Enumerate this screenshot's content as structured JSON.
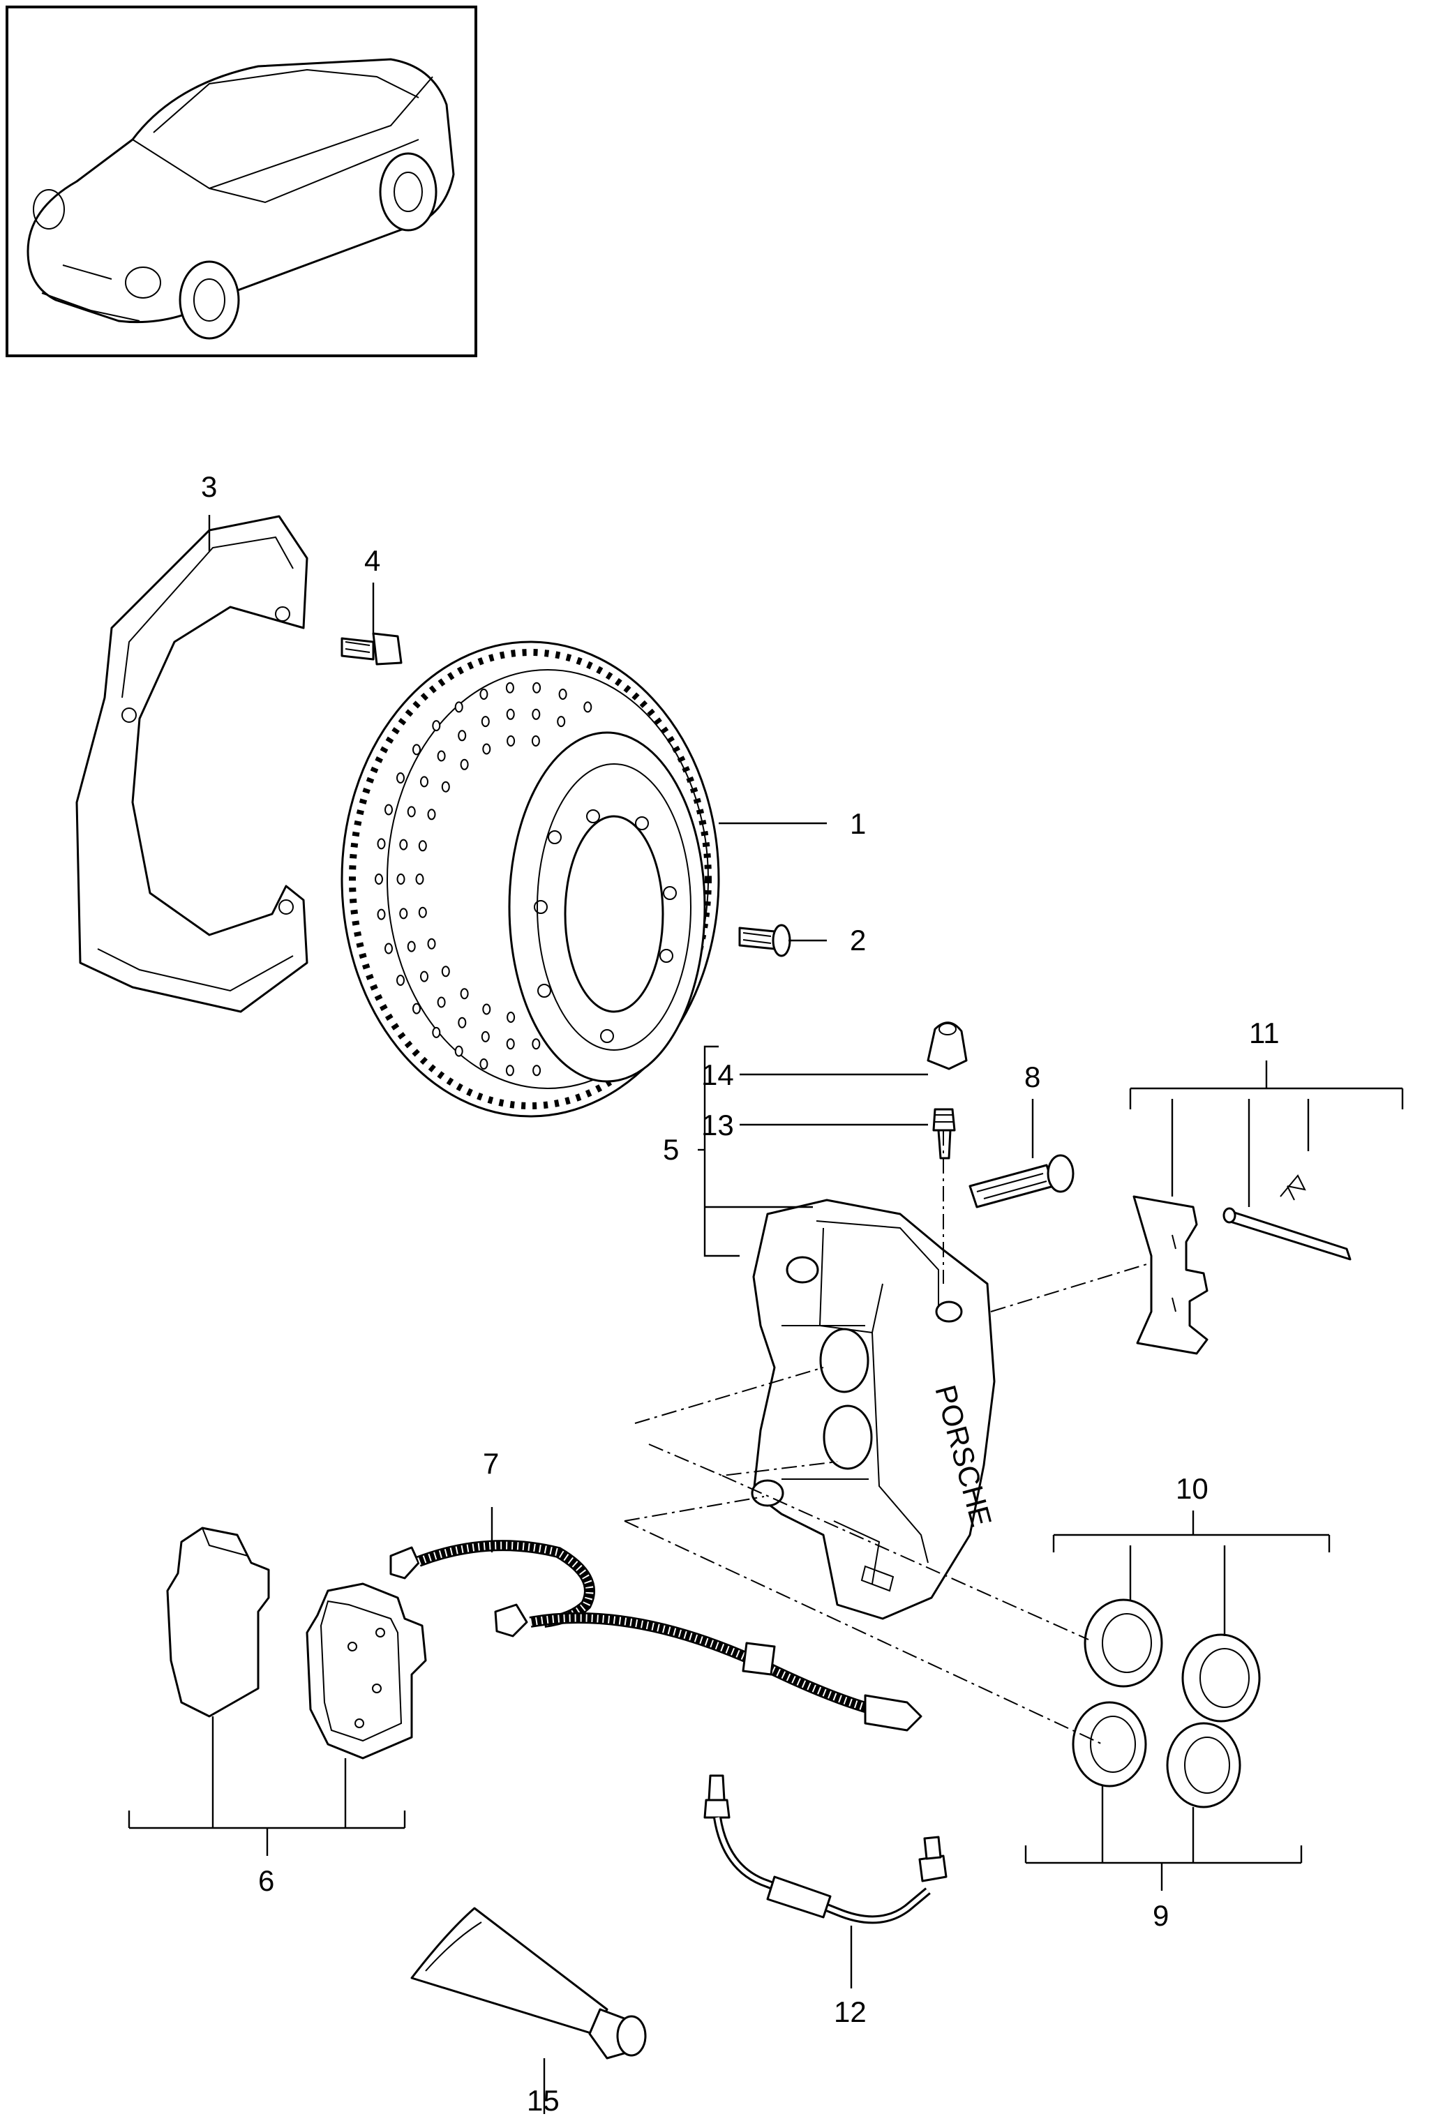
{
  "callouts": [
    {
      "id": "1",
      "label": "1",
      "part": "brake-disc"
    },
    {
      "id": "2",
      "label": "2",
      "part": "disc-screw"
    },
    {
      "id": "3",
      "label": "3",
      "part": "brake-shield"
    },
    {
      "id": "4",
      "label": "4",
      "part": "shield-bolt"
    },
    {
      "id": "5",
      "label": "5",
      "part": "brake-caliper"
    },
    {
      "id": "6",
      "label": "6",
      "part": "brake-pads"
    },
    {
      "id": "7",
      "label": "7",
      "part": "wear-sensor"
    },
    {
      "id": "8",
      "label": "8",
      "part": "caliper-bolt"
    },
    {
      "id": "9",
      "label": "9",
      "part": "piston-seal-kit"
    },
    {
      "id": "10",
      "label": "10",
      "part": "piston-dust-boot-kit"
    },
    {
      "id": "11",
      "label": "11",
      "part": "pad-retainer-kit"
    },
    {
      "id": "12",
      "label": "12",
      "part": "brake-hose"
    },
    {
      "id": "13",
      "label": "13",
      "part": "bleeder-valve"
    },
    {
      "id": "14",
      "label": "14",
      "part": "bleeder-cap"
    },
    {
      "id": "15",
      "label": "15",
      "part": "grease-tube"
    }
  ],
  "caliper_lettering": "PORSCHE"
}
